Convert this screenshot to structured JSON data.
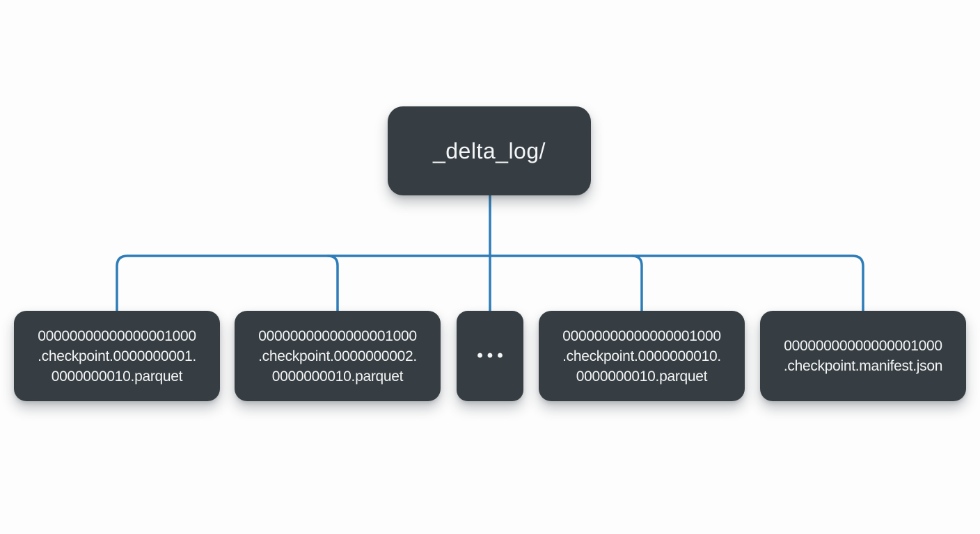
{
  "diagram": {
    "title_node": {
      "label": "_delta_log/"
    },
    "children": [
      {
        "name": "checkpoint-part-1",
        "lines": [
          "00000000000000001000",
          ".checkpoint.0000000001.",
          "0000000010.parquet"
        ]
      },
      {
        "name": "checkpoint-part-2",
        "lines": [
          "00000000000000001000",
          ".checkpoint.0000000002.",
          "0000000010.parquet"
        ]
      },
      {
        "name": "ellipsis",
        "dots": "•••"
      },
      {
        "name": "checkpoint-part-10",
        "lines": [
          "00000000000000001000",
          ".checkpoint.0000000010.",
          "0000000010.parquet"
        ]
      },
      {
        "name": "checkpoint-manifest",
        "lines": [
          "00000000000000001000",
          ".checkpoint.manifest.json"
        ]
      }
    ],
    "colors": {
      "node_bg": "#363e43",
      "node_text": "#f4f5f6",
      "connector": "#2e7db8",
      "background": "#fdfdfd"
    }
  }
}
